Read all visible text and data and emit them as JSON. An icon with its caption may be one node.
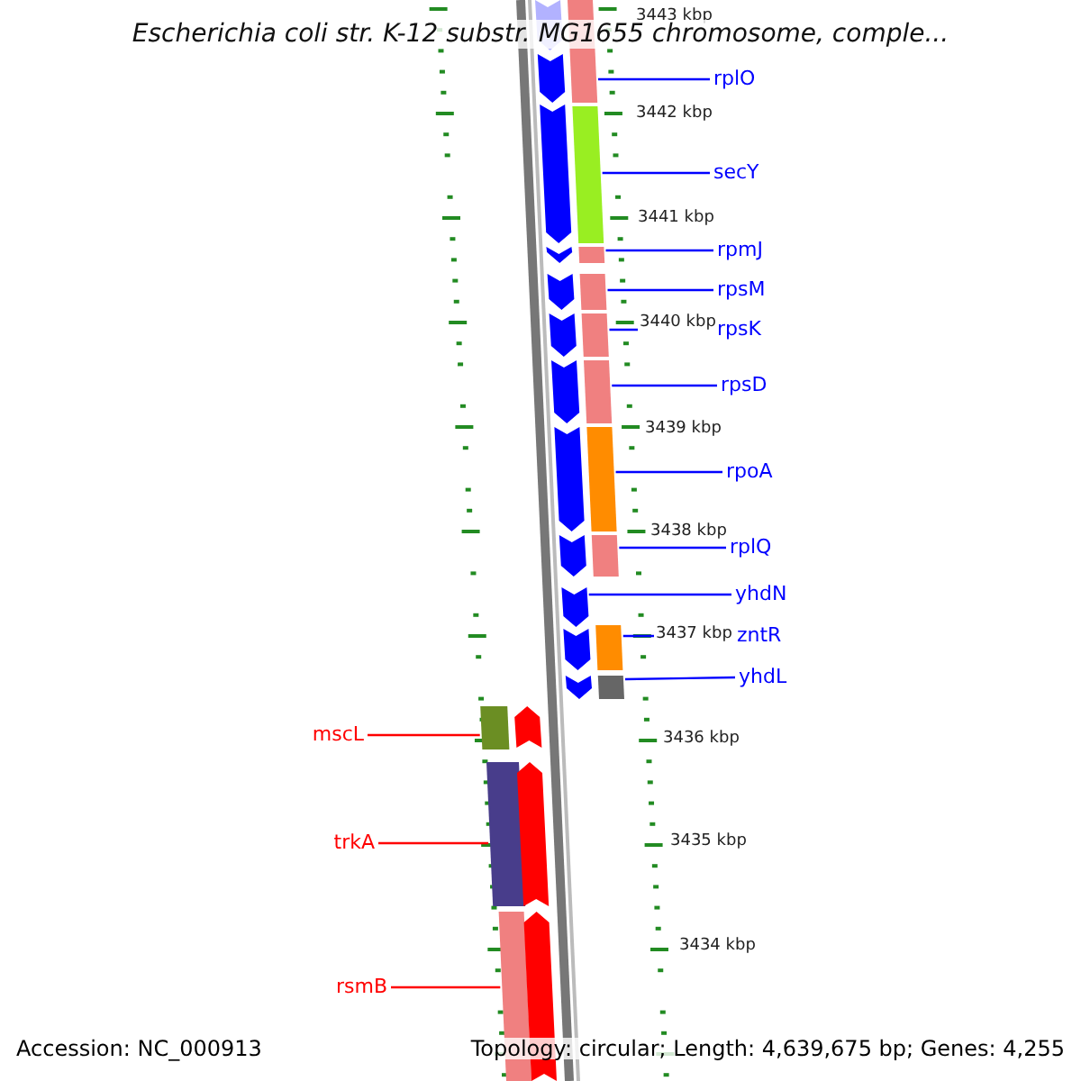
{
  "diagram": {
    "title": "Escherichia coli str. K-12 substr. MG1655 chromosome, comple...",
    "nodes": [
      {
        "text": [
          "rplO"
        ]
      },
      {
        "text": [],
        "shape": "bar"
      },
      {
        "text": [
          "secY"
        ]
      },
      {
        "text": [],
        "shape": "bar"
      },
      {
        "text": [
          "rpmJ"
        ]
      },
      {
        "text": [],
        "shape": "bar"
      },
      {
        "text": [
          "rpsM"
        ]
      },
      {
        "text": [],
        "shape": "bar"
      },
      {
        "text": [
          "rpsK"
        ]
      },
      {
        "text": [],
        "shape": "bar"
      },
      {
        "text": [
          "rpsD"
        ]
      },
      {
        "text": [],
        "shape": "bar"
      },
      {
        "text": [
          "rpoA"
        ]
      },
      {
        "text": [],
        "shape": "bar"
      },
      {
        "text": [
          "rplQ"
        ]
      },
      {
        "text": [],
        "shape": "bar"
      },
      {
        "text": [
          "yhdN"
        ]
      },
      {
        "text": [],
        "shape": "arrow"
      },
      {
        "text": [
          "zntR"
        ]
      },
      {
        "text": [],
        "shape": "bar"
      },
      {
        "text": [
          "yhdL"
        ]
      },
      {
        "text": [],
        "shape": "bar"
      },
      {
        "text": [
          "mscL"
        ]
      },
      {
        "text": [],
        "shape": "bar"
      },
      {
        "text": [
          "trkA"
        ]
      },
      {
        "text": [],
        "shape": "bar"
      },
      {
        "text": [
          "rsmB"
        ]
      },
      {
        "text": [],
        "shape": "bar"
      },
      {
        "text": [],
        "shape": "arrow"
      },
      {
        "text": [],
        "shape": "arrow"
      },
      {
        "text": [],
        "shape": "arrow"
      },
      {
        "text": [],
        "shape": "arrow"
      },
      {
        "text": [],
        "shape": "arrow"
      },
      {
        "text": [],
        "shape": "arrow"
      },
      {
        "text": [],
        "shape": "arrow"
      },
      {
        "text": [],
        "shape": "arrow"
      },
      {
        "text": [],
        "shape": "arrow"
      },
      {
        "text": [],
        "shape": "arrow"
      },
      {
        "text": [],
        "shape": "arrow"
      },
      {
        "text": [],
        "shape": "arrow"
      },
      {
        "text": [],
        "shape": "arrow"
      },
      {
        "text": [],
        "shape": "arrow"
      }
    ],
    "edges": [
      {
        "from": 0,
        "to": 1,
        "arrow": "none"
      },
      {
        "from": 2,
        "to": 3,
        "arrow": "none"
      },
      {
        "from": 4,
        "to": 5,
        "arrow": "none"
      },
      {
        "from": 6,
        "to": 7,
        "arrow": "none"
      },
      {
        "from": 8,
        "to": 9,
        "arrow": "none"
      },
      {
        "from": 10,
        "to": 11,
        "arrow": "none"
      },
      {
        "from": 12,
        "to": 13,
        "arrow": "none"
      },
      {
        "from": 14,
        "to": 15,
        "arrow": "none"
      },
      {
        "from": 16,
        "to": 17,
        "arrow": "none"
      },
      {
        "from": 18,
        "to": 19,
        "arrow": "none"
      },
      {
        "from": 20,
        "to": 21,
        "arrow": "none"
      },
      {
        "from": 22,
        "to": 23,
        "arrow": "none",
        "color": "#ff0000"
      },
      {
        "from": 24,
        "to": 25,
        "arrow": "none",
        "color": "#ff0000"
      },
      {
        "from": 26,
        "to": 27,
        "arrow": "none",
        "color": "#ff0000"
      }
    ],
    "labels": [
      "3443 kbp",
      "3442 kbp",
      "3441 kbp",
      "3440 kbp",
      "3439 kbp",
      "3438 kbp",
      "3437 kbp",
      "3436 kbp",
      "3435 kbp",
      "3434 kbp",
      "Accession: NC_000913",
      "Topology: circular; Length: 4,639,675 bp; Genes: 4,255"
    ]
  }
}
